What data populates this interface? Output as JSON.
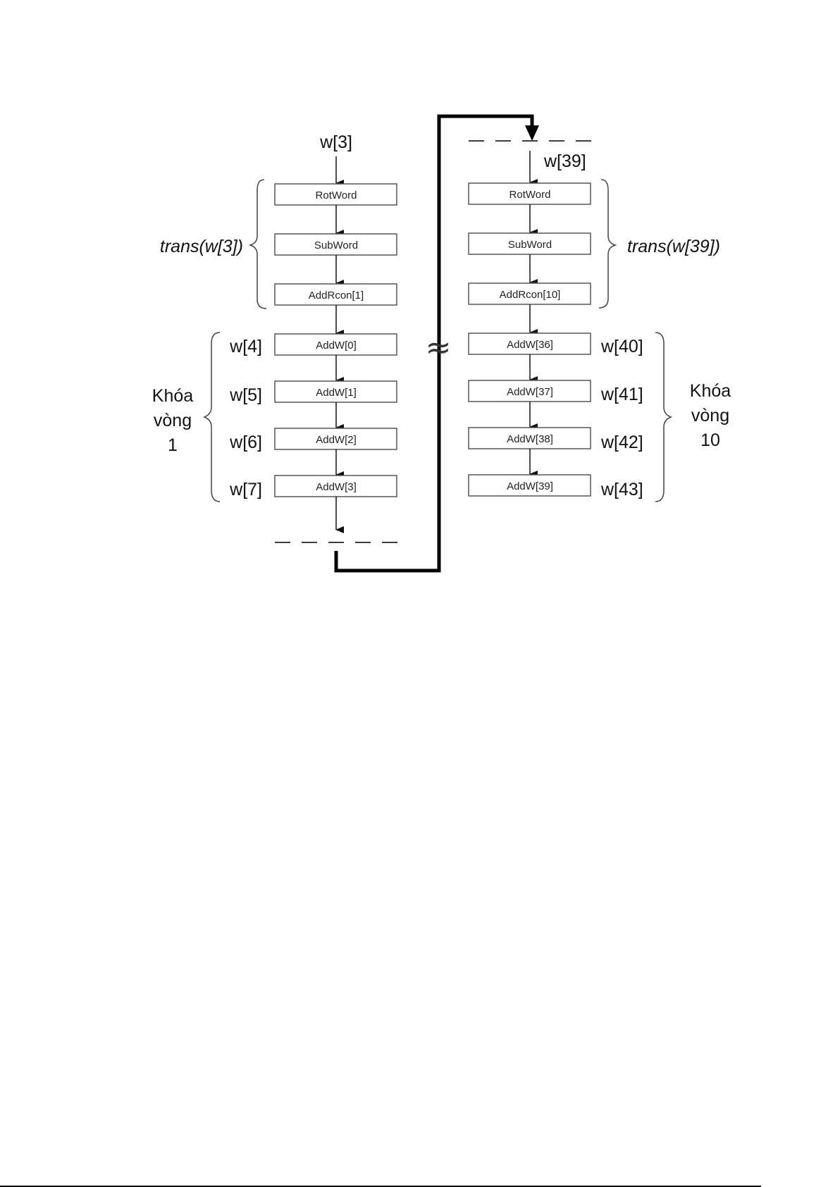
{
  "left": {
    "input": "w[3]",
    "trans_label": "trans(w[3])",
    "trans_boxes": [
      "RotWord",
      "SubWord",
      "AddRcon[1]"
    ],
    "add_boxes": [
      "AddW[0]",
      "AddW[1]",
      "AddW[2]",
      "AddW[3]"
    ],
    "outputs": [
      "w[4]",
      "w[5]",
      "w[6]",
      "w[7]"
    ],
    "round_label": [
      "Khóa",
      "vòng",
      "1"
    ]
  },
  "right": {
    "input": "w[39]",
    "trans_label": "trans(w[39])",
    "trans_boxes": [
      "RotWord",
      "SubWord",
      "AddRcon[10]"
    ],
    "add_boxes": [
      "AddW[36]",
      "AddW[37]",
      "AddW[38]",
      "AddW[39]"
    ],
    "outputs": [
      "w[40]",
      "w[41]",
      "w[42]",
      "w[43]"
    ],
    "round_label": [
      "Khóa",
      "vòng",
      "10"
    ]
  },
  "gap_symbol": "≈"
}
